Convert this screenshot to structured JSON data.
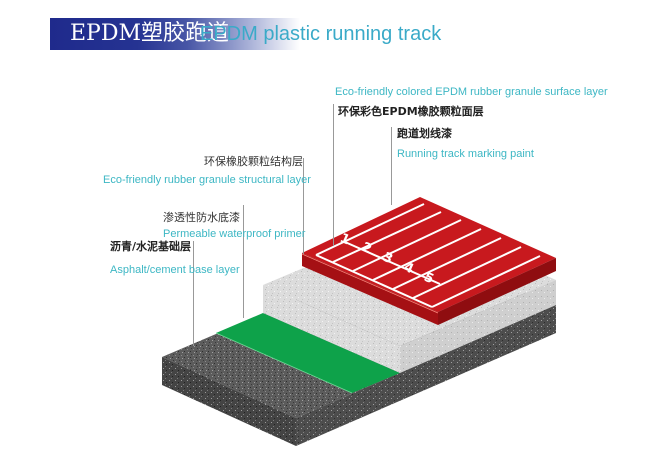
{
  "header": {
    "title_cn": "EPDM塑胶跑道",
    "title_en": "EPDM plastic running track",
    "banner_color": "#1f2a8c",
    "title_en_color": "#3aaac8"
  },
  "layers": [
    {
      "id": "surface",
      "label_en": "Eco-friendly colored EPDM rubber granule surface layer",
      "label_cn": "环保彩色EPDM橡胶颗粒面层",
      "color": "#c8191e"
    },
    {
      "id": "marking",
      "label_cn": "跑道划线漆",
      "label_en": "Running track marking paint",
      "color": "#ffffff"
    },
    {
      "id": "structural",
      "label_cn": "环保橡胶颗粒结构层",
      "label_en": "Eco-friendly rubber granule structural layer",
      "color": "#d9d9d9"
    },
    {
      "id": "primer",
      "label_cn": "渗透性防水底漆",
      "label_en": "Permeable waterproof primer",
      "color": "#0ea24a"
    },
    {
      "id": "base",
      "label_cn": "沥青/水泥基础层",
      "label_en": "Asphalt/cement base layer",
      "color": "#5a5a5a"
    }
  ],
  "lane_numbers": [
    "1",
    "2",
    "3",
    "4",
    "5"
  ]
}
